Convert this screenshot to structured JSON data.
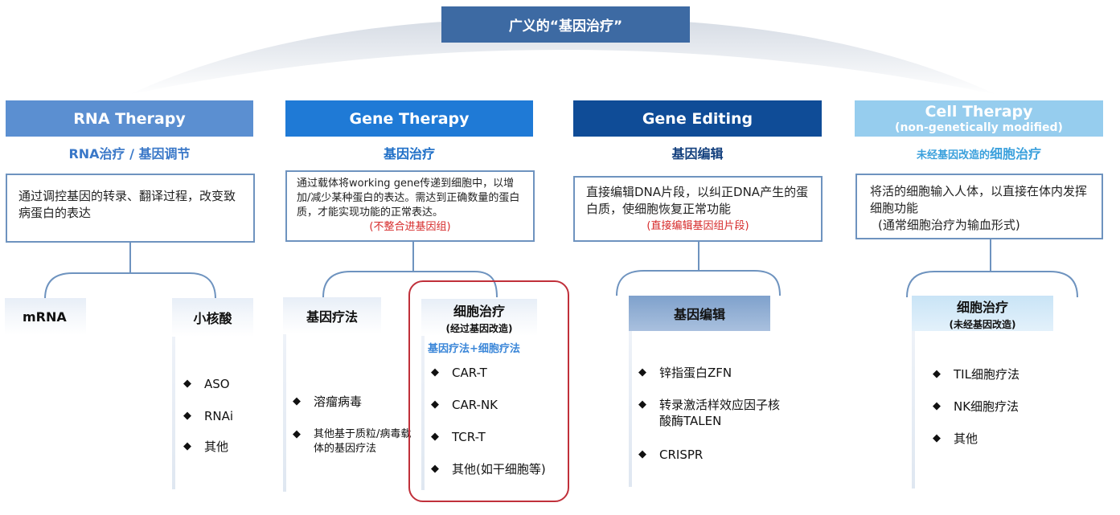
{
  "title": "广义的“基因治疗”",
  "columns": [
    {
      "header": "RNA Therapy",
      "subtitle": "RNA治疗 / 基因调节",
      "description": "通过调控基因的转录、翻译过程，改变致病蛋白的表达",
      "categories": [
        {
          "name": "mRNA",
          "items": []
        },
        {
          "name": "小核酸",
          "items": [
            "ASO",
            "RNAi",
            "其他"
          ]
        }
      ]
    },
    {
      "header": "Gene Therapy",
      "subtitle": "基因治疗",
      "description": "通过载体将working gene传递到细胞中，以增加/减少某种蛋白的表达。需达到正确数量的蛋白质，才能实现功能的正常表达。",
      "note": "(不整合进基因组)",
      "categories": [
        {
          "name": "基因疗法",
          "items": [
            "溶瘤病毒",
            "其他基于质粒/病毒载体的基因疗法"
          ]
        },
        {
          "name": "细胞治疗",
          "sub": "(经过基因改造)",
          "label": "基因疗法+细胞疗法",
          "items": [
            "CAR-T",
            "CAR-NK",
            "TCR-T",
            "其他(如干细胞等)"
          ]
        }
      ]
    },
    {
      "header": "Gene Editing",
      "subtitle": "基因编辑",
      "description": "直接编辑DNA片段，以纠正DNA产生的蛋白质，使细胞恢复正常功能",
      "note": "(直接编辑基因组片段)",
      "categories": [
        {
          "name": "基因编辑",
          "items": [
            "锌指蛋白ZFN",
            "转录激活样效应因子核酸酶TALEN",
            "CRISPR"
          ]
        }
      ]
    },
    {
      "header": "Cell Therapy",
      "header_sub": "(non-genetically modified)",
      "subtitle_pre": "未经基因改造的",
      "subtitle_main": "细胞治疗",
      "description": "将活的细胞输入人体，以直接在体内发挥细胞功能",
      "description_2": "(通常细胞治疗为输血形式)",
      "categories": [
        {
          "name": "细胞治疗",
          "sub": "(未经基因改造)",
          "items": [
            "TIL细胞疗法",
            "NK细胞疗法",
            "其他"
          ]
        }
      ]
    }
  ],
  "colors": {
    "title_bg": "#3d6aa3",
    "rna": "#5b8fd1",
    "gene_therapy": "#1f7ad6",
    "gene_editing": "#0f4c97",
    "cell_therapy": "#96cdee",
    "highlight": "#c0303a",
    "note_red": "#d62a2a"
  }
}
